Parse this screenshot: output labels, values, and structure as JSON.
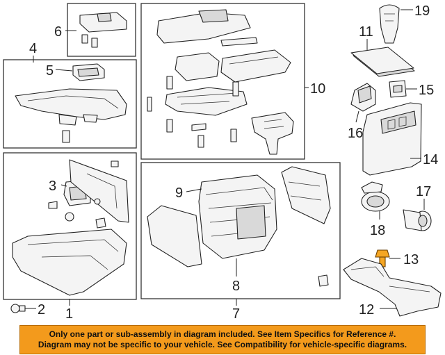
{
  "callouts": {
    "c1": "1",
    "c2": "2",
    "c3": "3",
    "c4": "4",
    "c5": "5",
    "c6": "6",
    "c7": "7",
    "c8": "8",
    "c9": "9",
    "c10": "10",
    "c11": "11",
    "c12": "12",
    "c13": "13",
    "c14": "14",
    "c15": "15",
    "c16": "16",
    "c17": "17",
    "c18": "18",
    "c19": "19"
  },
  "notice": {
    "line1": "Only one part or sub-assembly in diagram included. See Item Specifics for Reference #.",
    "line2": "Diagram may not be specific to your vehicle. See Compatibility for vehicle-specific diagrams."
  },
  "colors": {
    "banner": "#f39a1c",
    "highlight_part": "#f5a623"
  },
  "highlighted_part": "13"
}
